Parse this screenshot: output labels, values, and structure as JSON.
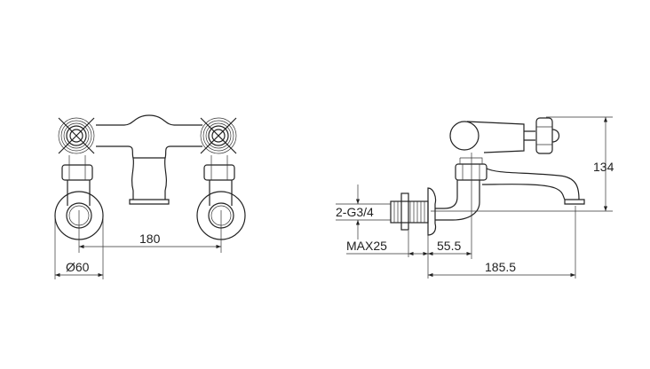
{
  "front_view": {
    "dim_center_distance": "180",
    "dim_flange_diameter": "Ø60"
  },
  "side_view": {
    "dim_height": "134",
    "dim_thread": "2-G3/4",
    "dim_max_wall": "MAX25",
    "dim_offset": "55.5",
    "dim_projection": "185.5"
  },
  "colors": {
    "line": "#222222",
    "background": "#ffffff"
  }
}
